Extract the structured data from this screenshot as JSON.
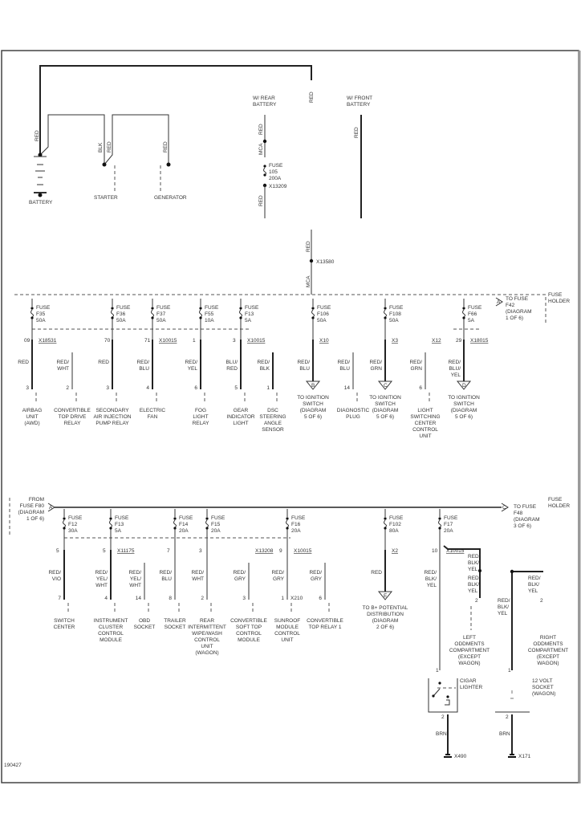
{
  "figure_id": "190427",
  "top": {
    "wire_red_main": "RED",
    "wire_red_batt": "RED",
    "wire_blk": "BLK",
    "wire_red_starter": "RED",
    "wire_red_gen": "RED",
    "battery": "BATTERY",
    "starter": "STARTER",
    "generator": "GENERATOR",
    "rear_battery": [
      "W/ REAR",
      "BATTERY"
    ],
    "front_battery": [
      "W/ FRONT",
      "BATTERY"
    ],
    "rear_red1": "RED",
    "rear_mca": "MCA",
    "fuse105": [
      "FUSE",
      "105",
      "200A"
    ],
    "x13209": "X13209",
    "rear_red2": "RED",
    "front_red": "RED",
    "main_red": "RED",
    "x13580": "X13580",
    "main_mca": "MCA"
  },
  "upper": {
    "fuse_holder": [
      "FUSE",
      "HOLDER"
    ],
    "to_fuse_a": {
      "marker": "A",
      "text": [
        "TO FUSE",
        "F42",
        "(DIAGRAM",
        "1 OF 6)"
      ]
    },
    "circuits": [
      {
        "fuse": [
          "FUSE",
          "F35",
          "50A"
        ],
        "pin_top": "09",
        "wire": [
          "RED"
        ],
        "pin_bottom": "3",
        "connector": "X18531",
        "dest": [
          "AIRBAG",
          "UNIT",
          "(AWD)"
        ]
      },
      {
        "wire": [
          "RED/",
          "WHT"
        ],
        "pin_bottom": "2",
        "dest": [
          "CONVERTIBLE",
          "TOP DRIVE",
          "RELAY"
        ]
      },
      {
        "fuse": [
          "FUSE",
          "F36",
          "50A"
        ],
        "pin_top": "70",
        "wire": [
          "RED"
        ],
        "pin_bottom": "3",
        "dest": [
          "SECONDARY",
          "AIR INJECTION",
          "PUMP RELAY"
        ]
      },
      {
        "fuse": [
          "FUSE",
          "F37",
          "50A"
        ],
        "pin_top": "71",
        "connector": "X10015",
        "wire": [
          "RED/",
          "BLU"
        ],
        "pin_bottom": "4",
        "dest": [
          "ELECTRIC",
          "FAN"
        ]
      },
      {
        "fuse": [
          "FUSE",
          "F55",
          "10A"
        ],
        "pin_top": "1",
        "wire": [
          "RED/",
          "YEL"
        ],
        "pin_bottom": "6",
        "dest": [
          "FOG",
          "LIGHT",
          "RELAY"
        ]
      },
      {
        "fuse": [
          "FUSE",
          "F13",
          "5A"
        ],
        "pin_top": "3",
        "connector": "X10015",
        "wire": [
          "BLU/",
          "RED"
        ],
        "pin_bottom": "5",
        "dest": [
          "GEAR",
          "INDICATOR",
          "LIGHT"
        ]
      },
      {
        "wire": [
          "RED/",
          "BLK"
        ],
        "pin_bottom": "1",
        "dest": [
          "DSC",
          "STEERING",
          "ANGLE",
          "SENSOR"
        ]
      },
      {
        "fuse": [
          "FUSE",
          "F106",
          "50A"
        ],
        "connector": "X10",
        "wire": [
          "RED/",
          "BLU"
        ],
        "marker": "B",
        "dest": [
          "TO IGNITION",
          "SWITCH",
          "(DIAGRAM",
          "5 OF 6)"
        ]
      },
      {
        "wire": [
          "RED/",
          "BLU"
        ],
        "pin_bottom": "14",
        "dest": [
          "DIAGNOSTIC",
          "PLUG"
        ]
      },
      {
        "fuse": [
          "FUSE",
          "F108",
          "50A"
        ],
        "connector": "X3",
        "wire": [
          "RED/",
          "GRN"
        ],
        "marker": "C",
        "dest": [
          "TO IGNITION",
          "SWITCH",
          "(DIAGRAM",
          "5 OF 6)"
        ]
      },
      {
        "wire": [
          "RED/",
          "GRN"
        ],
        "pin_bottom": "6",
        "connector": "X12",
        "dest": [
          "LIGHT",
          "SWITCHING",
          "CENTER",
          "CONTROL",
          "UNIT"
        ]
      },
      {
        "fuse": [
          "FUSE",
          "F66",
          "5A"
        ],
        "pin_top": "29",
        "connector": "X18015",
        "wire": [
          "RED/",
          "BLU/",
          "YEL"
        ],
        "marker": "D",
        "dest": [
          "TO IGNITION",
          "SWITCH",
          "(DIAGRAM",
          "5 OF 6)"
        ]
      }
    ]
  },
  "lower": {
    "from_fuse": {
      "marker": "A",
      "text": [
        "FROM",
        "FUSE F80",
        "(DIAGRAM",
        "1 OF 6)"
      ]
    },
    "to_fuse_c": {
      "marker": "C",
      "text": [
        "TO FUSE",
        "F48",
        "(DIAGRAM",
        "3 OF 6)"
      ]
    },
    "fuse_holder": [
      "FUSE",
      "HOLDER"
    ],
    "circuits": [
      {
        "fuse": [
          "FUSE",
          "F12",
          "30A"
        ],
        "pin_top": "5",
        "wire": [
          "RED/",
          "VIO"
        ],
        "pin_bottom": "7",
        "dest": [
          "SWITCH",
          "CENTER"
        ]
      },
      {
        "fuse": [
          "FUSE",
          "F13",
          "5A"
        ],
        "pin_top": "5",
        "wire": [
          "RED/",
          "YEL/",
          "WHT"
        ],
        "pin_bottom": "4",
        "connector": "X11175",
        "dest": [
          "INSTRUMENT",
          "CLUSTER",
          "CONTROL",
          "MODULE"
        ]
      },
      {
        "wire": [
          "RED/",
          "YEL/",
          "WHT"
        ],
        "pin_bottom": "14",
        "dest": [
          "OBD",
          "SOCKET"
        ]
      },
      {
        "fuse": [
          "FUSE",
          "F14",
          "20A"
        ],
        "pin_top": "7",
        "wire": [
          "RED/",
          "BLU"
        ],
        "pin_bottom": "8",
        "dest": [
          "TRAILER",
          "SOCKET"
        ]
      },
      {
        "fuse": [
          "FUSE",
          "F15",
          "20A"
        ],
        "pin_top": "3",
        "wire": [
          "RED/",
          "WHT"
        ],
        "pin_bottom": "2",
        "dest": [
          "REAR",
          "INTERMITTENT",
          "WIPE/WASH",
          "CONTROL",
          "UNIT",
          "(WAGON)"
        ]
      },
      {
        "wire": [
          "RED/",
          "GRY"
        ],
        "pin_bottom": "3",
        "connector": "X13208",
        "dest": [
          "CONVERTIBLE",
          "SOFT TOP",
          "CONTROL",
          "MODULE"
        ]
      },
      {
        "fuse": [
          "FUSE",
          "F16",
          "20A"
        ],
        "pin_top": "9",
        "connector": "X10015",
        "wire": [
          "RED/",
          "GRY"
        ],
        "pin_bottom": "1",
        "connector2": "X210",
        "dest": [
          "SUNROOF",
          "MODULE",
          "CONTROL",
          "UNIT"
        ]
      },
      {
        "wire": [
          "RED/",
          "GRY"
        ],
        "pin_bottom": "6",
        "dest": [
          "CONVERTIBLE",
          "TOP RELAY 1"
        ]
      },
      {
        "fuse": [
          "FUSE",
          "F102",
          "80A"
        ],
        "connector": "X2",
        "wire": [
          "RED"
        ],
        "marker": "E",
        "dest": [
          "TO B+ POTENTIAL",
          "DISTRIBUTION",
          "(DIAGRAM",
          "2 OF 6)"
        ]
      },
      {
        "fuse": [
          "FUSE",
          "F17",
          "20A"
        ],
        "pin_top": "10",
        "connector": "X10015",
        "wire": [
          "RED/",
          "BLK/",
          "YEL"
        ]
      }
    ],
    "left_oddments": {
      "wire_a": [
        "RED/",
        "BLK/",
        "YEL"
      ],
      "wire_b": [
        "RED/",
        "BLK/",
        "YEL"
      ],
      "pin": "2",
      "dest": [
        "LEFT",
        "ODDMENTS",
        "COMPARTMENT",
        "(EXCEPT",
        "WAGON)"
      ]
    },
    "right_oddments": {
      "wire_a": [
        "RED/",
        "BLK/",
        "YEL"
      ],
      "wire_b": [
        "RED/",
        "BLK/",
        "YEL"
      ],
      "pin": "2",
      "dest": [
        "RIGHT",
        "ODDMENTS",
        "COMPARTMENT",
        "(EXCEPT",
        "WAGON)"
      ]
    },
    "cigar": {
      "pin_top": "1",
      "label": [
        "CIGAR",
        "LIGHTER"
      ],
      "pin_bottom": "2",
      "wire": "BRN",
      "ground": "X490"
    },
    "socket": {
      "pin_top": "1",
      "label": [
        "12 VOLT",
        "SOCKET",
        "(WAGON)"
      ],
      "pin_bottom": "2",
      "wire": "BRN",
      "ground": "X171"
    }
  }
}
